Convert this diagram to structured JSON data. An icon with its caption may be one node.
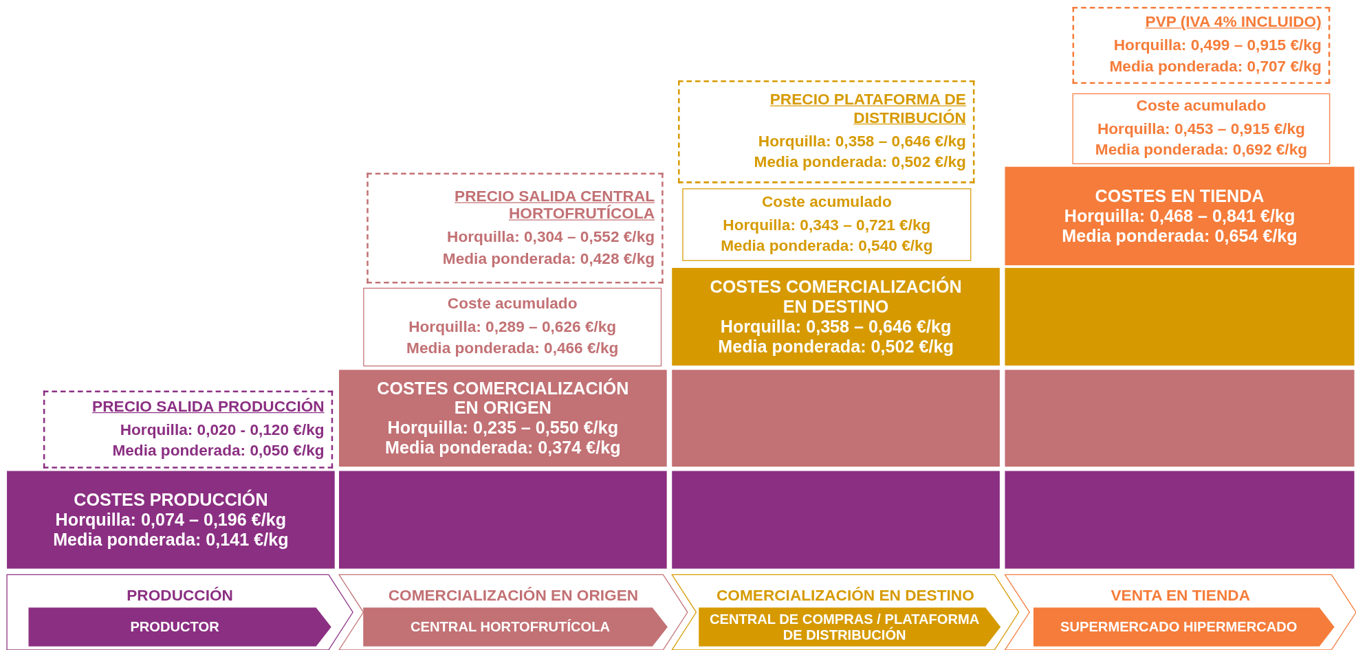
{
  "diagram": {
    "nodes": [
      {
        "text": [
          "PRECIO SALIDA PRODUCCIÓN",
          "Horquilla: 0,020 - 0,120 €/kg",
          "Media ponderada: 0,050 €/kg"
        ]
      },
      {
        "text": [
          "COSTES PRODUCCIÓN",
          "Horquilla: 0,074 – 0,196 €/kg",
          "Media ponderada: 0,141 €/kg"
        ]
      },
      {
        "text": [
          "PRECIO SALIDA CENTRAL HORTOFRUTÍCOLA",
          "Horquilla: 0,304 – 0,552 €/kg",
          "Media ponderada: 0,428 €/kg"
        ]
      },
      {
        "text": [
          "Coste acumulado",
          "Horquilla: 0,289 – 0,626 €/kg",
          "Media ponderada: 0,466 €/kg"
        ]
      },
      {
        "text": [
          "COSTES COMERCIALIZACIÓN EN ORIGEN",
          "Horquilla: 0,235 – 0,550 €/kg",
          "Media ponderada: 0,374 €/kg"
        ]
      },
      {
        "text": [],
        "shape": "box"
      },
      {
        "text": [
          "PRECIO PLATAFORMA DE DISTRIBUCIÓN",
          "Horquilla: 0,358 – 0,646 €/kg",
          "Media ponderada: 0,502 €/kg"
        ]
      },
      {
        "text": [
          "Coste acumulado",
          "Horquilla: 0,343 – 0,721 €/kg",
          "Media ponderada: 0,540 €/kg"
        ]
      },
      {
        "text": [
          "COSTES COMERCIALIZACIÓN EN DESTINO",
          "Horquilla: 0,358 – 0,646 €/kg",
          "Media ponderada: 0,502 €/kg"
        ]
      },
      {
        "text": [],
        "shape": "box"
      },
      {
        "text": [],
        "shape": "box"
      },
      {
        "text": [
          "PVP (IVA 4% INCLUIDO)",
          "Horquilla: 0,499 – 0,915 €/kg",
          "Media ponderada: 0,707 €/kg"
        ]
      },
      {
        "text": [
          "Coste acumulado",
          "Horquilla: 0,453 – 0,915 €/kg",
          "Media ponderada: 0,692 €/kg"
        ]
      },
      {
        "text": [
          "COSTES EN TIENDA",
          "Horquilla: 0,468 – 0,841 €/kg",
          "Media ponderada: 0,654 €/kg"
        ]
      },
      {
        "text": [],
        "shape": "box"
      },
      {
        "text": [],
        "shape": "box"
      },
      {
        "text": [],
        "shape": "box"
      },
      {
        "text": [
          "PRODUCCIÓN"
        ]
      },
      {
        "text": [
          "PRODUCTOR"
        ],
        "in": 17
      },
      {
        "text": [
          "COMERCIALIZACIÓN EN ORIGEN"
        ]
      },
      {
        "text": [
          "CENTRAL HORTOFRUTÍCOLA"
        ],
        "in": 19
      },
      {
        "text": [
          "COMERCIALIZACIÓN EN DESTINO"
        ]
      },
      {
        "text": [
          "CENTRAL DE COMPRAS / PLATAFORMA DE DISTRIBUCIÓN"
        ],
        "in": 21
      },
      {
        "text": [
          "VENTA EN TIENDA"
        ]
      },
      {
        "text": [
          "SUPERMERCADO HIPERMERCADO"
        ],
        "in": 23
      }
    ],
    "edges": []
  }
}
